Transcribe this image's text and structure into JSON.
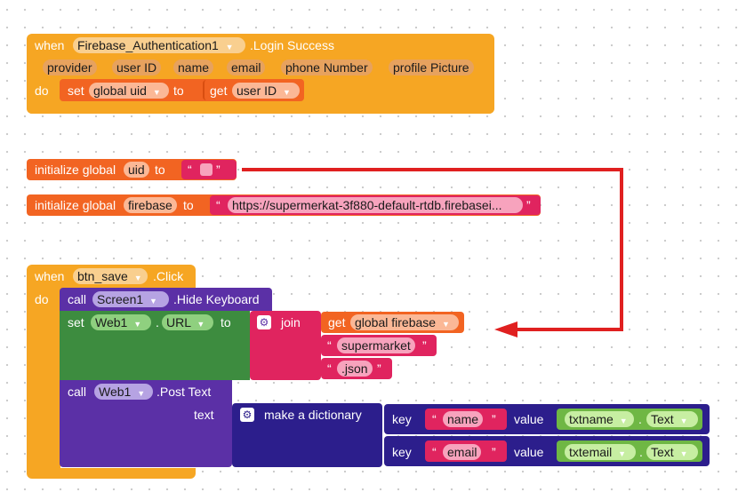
{
  "event_login": {
    "when": "when",
    "component": "Firebase_Authentication1",
    "event": ".Login Success",
    "params": [
      "provider",
      "user ID",
      "name",
      "email",
      "phone Number",
      "profile Picture"
    ],
    "do": "do",
    "set": "set",
    "var": "global uid",
    "to": "to",
    "get": "get",
    "get_var": "user ID"
  },
  "init_uid": {
    "label": "initialize global",
    "name": "uid",
    "to": "to",
    "open_quote": "“",
    "close_quote": "”"
  },
  "init_firebase": {
    "label": "initialize global",
    "name": "firebase",
    "to": "to",
    "open_quote": "“",
    "value": "https://supermerkat-3f880-default-rtdb.firebasei...",
    "close_quote": "”"
  },
  "event_save": {
    "when": "when",
    "component": "btn_save",
    "event": ".Click",
    "do": "do",
    "call1": {
      "call": "call",
      "component": "Screen1",
      "method": ".Hide Keyboard"
    },
    "set_url": {
      "set": "set",
      "component": "Web1",
      "dot": ".",
      "property": "URL",
      "to": "to",
      "join": "join",
      "get": "get",
      "get_var": "global firebase",
      "str1": "supermarket",
      "str2": ".json",
      "open_quote": "“",
      "close_quote": "”"
    },
    "call2": {
      "call": "call",
      "component": "Web1",
      "method": ".Post Text",
      "text_label": "text",
      "make_dict": "make a dictionary",
      "pairs": [
        {
          "key_label": "key",
          "key": "name",
          "value_label": "value",
          "component": "txtname",
          "dot": ".",
          "property": "Text"
        },
        {
          "key_label": "key",
          "key": "email",
          "value_label": "value",
          "component": "txtemail",
          "dot": ".",
          "property": "Text"
        }
      ]
    }
  },
  "colors": {
    "event": "#f6a623",
    "variable": "#f26422",
    "text": "#e0245f",
    "component_set": "#3d8c3f",
    "component_call": "#5b30a6",
    "dictionary": "#2c1e8c",
    "getter": "#6fb744",
    "arrow": "#e02020"
  },
  "icons": [
    "dropdown-arrow-icon",
    "gear-icon",
    "arrow-annotation"
  ]
}
